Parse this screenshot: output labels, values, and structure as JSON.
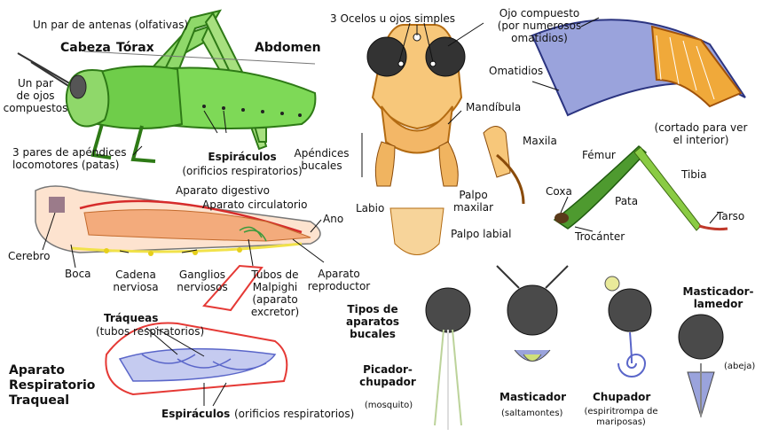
{
  "external": {
    "antenas": "Un par de antenas (olfativas)",
    "cabeza": "Cabeza",
    "torax": "Tórax",
    "abdomen": "Abdomen",
    "ojos": [
      "Un par",
      "de ojos",
      "compuestos"
    ],
    "patas": [
      "3 pares de apéndices",
      "locomotores (patas)"
    ],
    "espiraculos": "Espiráculos",
    "espiraculos_desc": "(orificios respiratorios)"
  },
  "head": {
    "ocelos": "3 Ocelos u ojos simples",
    "ojo_compuesto": [
      "Ojo compuesto",
      "(por numerosos",
      "omatidios)"
    ],
    "omatidios": "Omatidios",
    "cortado": [
      "(cortado para ver",
      "el interior)"
    ],
    "mandibula": "Mandíbula",
    "maxila": "Maxila",
    "apendices_bucales": [
      "Apéndices",
      "bucales"
    ],
    "labio": "Labio",
    "palpo_maxilar": [
      "Palpo",
      "maxilar"
    ],
    "palpo_labial": "Palpo labial"
  },
  "leg": {
    "femur": "Fémur",
    "tibia": "Tibia",
    "coxa": "Coxa",
    "pata": "Pata",
    "tarso": "Tarso",
    "trocanter": "Trocánter"
  },
  "internal": {
    "digestivo": "Aparato digestivo",
    "circulatorio": "Aparato circulatorio",
    "ano": "Ano",
    "cerebro": "Cerebro",
    "boca": "Boca",
    "cadena": [
      "Cadena",
      "nerviosa"
    ],
    "ganglios": [
      "Ganglios",
      "nerviosos"
    ],
    "malpighi": [
      "Tubos de",
      "Malpighi",
      "(aparato",
      "excretor)"
    ],
    "reproductor": [
      "Aparato",
      "reproductor"
    ]
  },
  "respiratory": {
    "traqueas": "Tráqueas",
    "traqueas_desc": "(tubos respiratorios)",
    "title": [
      "Aparato",
      "Respiratorio",
      "Traqueal"
    ],
    "espiraculos": "Espiráculos",
    "espiraculos_desc": "(orificios respiratorios)"
  },
  "mouthparts": {
    "title": [
      "Tipos de",
      "aparatos",
      "bucales"
    ],
    "picador": [
      "Picador-",
      "chupador"
    ],
    "picador_desc": "(mosquito)",
    "masticador": "Masticador",
    "masticador_desc": "(saltamontes)",
    "chupador": "Chupador",
    "chupador_desc": [
      "(espiritrompa de",
      "mariposas)"
    ],
    "lamedor": [
      "Masticador-",
      "lamedor"
    ],
    "lamedor_desc": "(abeja)"
  },
  "colors": {
    "grasshopper": "#7ed957",
    "grasshopper_dark": "#3a8a1e",
    "head_orange": "#f7c77a",
    "eye_dark": "#2a2a2a",
    "omatidia_blue": "#9aa3dc",
    "omatidia_orange": "#f0a93a",
    "leg_green": "#4e9a2f",
    "organ_orange": "#f3ab7c",
    "nerve_yellow": "#f1e24a",
    "trachea_red": "#e53935",
    "trachea_blue": "#8f9ae0"
  }
}
